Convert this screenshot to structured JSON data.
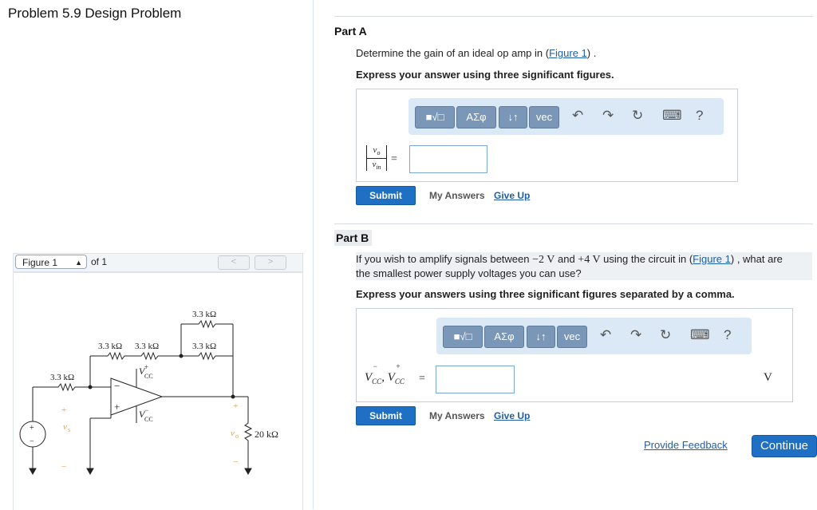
{
  "problem": {
    "title": "Problem 5.9 Design Problem"
  },
  "figure_nav": {
    "selected": "Figure 1",
    "of_text": "of 1",
    "prev": "<",
    "next": ">"
  },
  "circuit": {
    "r_top": "3.3 kΩ",
    "r_fb": "3.3 kΩ",
    "r_in_left": "3.3 kΩ",
    "r_in_right": "3.3 kΩ",
    "r_src": "3.3 kΩ",
    "r_load": "20 kΩ",
    "vcc_plus": "V",
    "vcc_plus_sub": "CC",
    "vcc_plus_sup": "+",
    "vcc_minus": "V",
    "vcc_minus_sub": "CC",
    "vcc_minus_sup": "−",
    "v_in": "v",
    "v_in_sub": "s",
    "v_o": "v",
    "v_o_sub": "o",
    "plus": "+",
    "minus": "−"
  },
  "part_a": {
    "label": "Part A",
    "question_prefix": "Determine the gain of an ideal op amp in (",
    "question_link": "Figure 1",
    "question_suffix": ") .",
    "instruction": "Express your answer using three significant figures.",
    "toolbar": {
      "templates": "■√□",
      "greek": "ΑΣφ",
      "arrows": "↓↑",
      "vec": "vec",
      "undo": "↶",
      "redo": "↷",
      "reset": "↻",
      "keyboard": "⌨",
      "help": "?"
    },
    "label_num": "v",
    "label_num_sub": "o",
    "label_den": "v",
    "label_den_sub": "in",
    "equals": "=",
    "input_value": "",
    "submit": "Submit",
    "my_answers": "My Answers",
    "give_up": "Give Up"
  },
  "part_b": {
    "label": "Part B",
    "question_line1_a": "If you wish to amplify signals between ",
    "question_val1": "−2 V",
    "question_line1_b": " and ",
    "question_val2": "+4 V",
    "question_line1_c": " using the circuit in (",
    "question_link": "Figure 1",
    "question_line1_d": ") , what are",
    "question_line2": "the smallest power supply voltages you can use?",
    "instruction": "Express your answers using three significant figures separated by a comma.",
    "toolbar": {
      "templates": "■√□",
      "greek": "ΑΣφ",
      "arrows": "↓↑",
      "vec": "vec",
      "undo": "↶",
      "redo": "↷",
      "reset": "↻",
      "keyboard": "⌨",
      "help": "?"
    },
    "var_label": "V",
    "var_sub1": "CC",
    "var_sup1": "−",
    "var_sep": ", V",
    "var_sub2": "CC",
    "var_sup2": "+",
    "equals": "=",
    "input_value": "",
    "unit": "V",
    "submit": "Submit",
    "my_answers": "My Answers",
    "give_up": "Give Up"
  },
  "footer": {
    "feedback": "Provide Feedback",
    "continue": "Continue"
  }
}
